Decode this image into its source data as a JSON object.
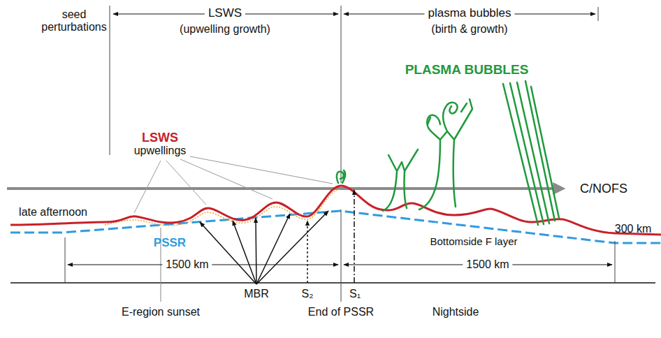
{
  "diagram": {
    "labels": [
      "seed perturbations",
      "LSWS",
      "(upwelling growth)",
      "plasma bubbles",
      "(birth & growth)",
      "PLASMA BUBBLES",
      "LSWS",
      "upwellings",
      "C/NOFS",
      "late afternoon",
      "PSSR",
      "300 km",
      "Bottomside F layer",
      "1500 km",
      "1500 km",
      "MBR",
      "S₂",
      "S₁",
      "E-region sunset",
      "End of PSSR",
      "Nightside"
    ]
  }
}
